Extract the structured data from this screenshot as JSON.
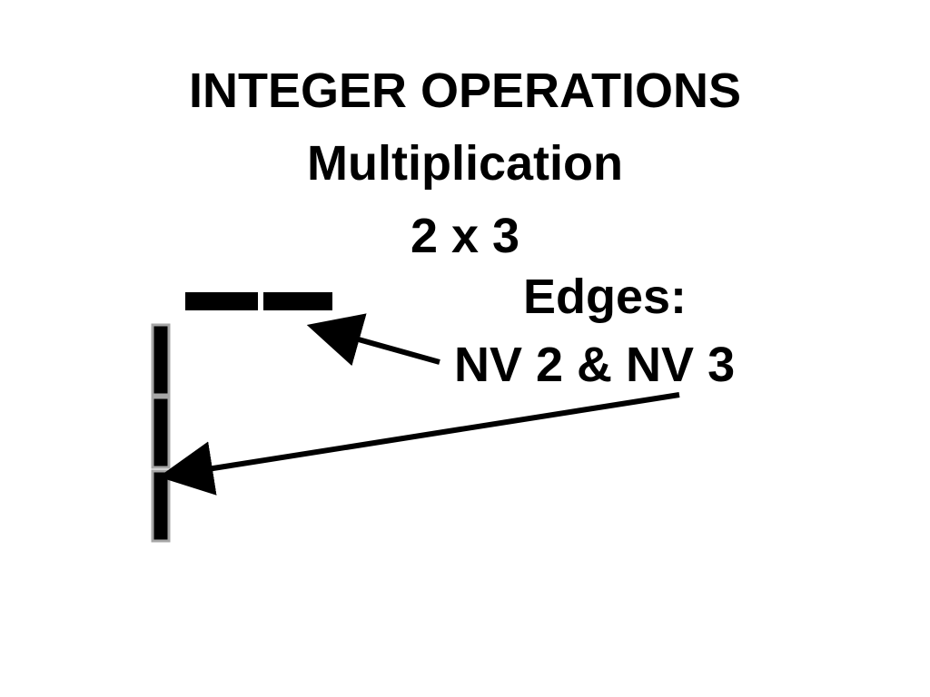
{
  "slide": {
    "title": "INTEGER OPERATIONS",
    "subtitle": "Multiplication",
    "expression": "2 x 3",
    "edges_label": "Edges:",
    "edges_values": "NV 2 & NV 3"
  },
  "diagram": {
    "horizontal_edge_count": 2,
    "vertical_edge_count": 3,
    "colors": {
      "edge_fill": "#000000",
      "edge_border": "#a6a6a6",
      "arrow": "#000000",
      "background": "#ffffff"
    }
  }
}
